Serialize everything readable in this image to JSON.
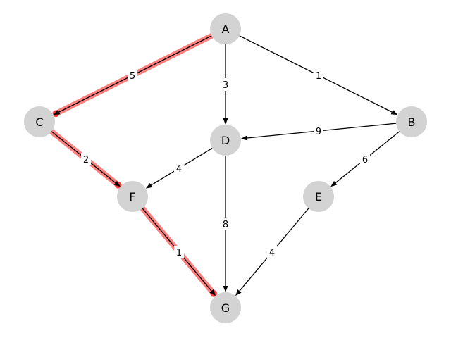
{
  "graph": {
    "directed": true,
    "node_color": "#d3d3d3",
    "edge_color": "#000000",
    "highlight_color": "#ff0000",
    "nodes": [
      "A",
      "B",
      "C",
      "D",
      "E",
      "F",
      "G"
    ],
    "edges": [
      {
        "from": "A",
        "to": "C",
        "weight": "5",
        "highlighted": true
      },
      {
        "from": "A",
        "to": "D",
        "weight": "3",
        "highlighted": false
      },
      {
        "from": "A",
        "to": "B",
        "weight": "1",
        "highlighted": false
      },
      {
        "from": "B",
        "to": "D",
        "weight": "9",
        "highlighted": false
      },
      {
        "from": "B",
        "to": "E",
        "weight": "6",
        "highlighted": false
      },
      {
        "from": "C",
        "to": "F",
        "weight": "2",
        "highlighted": true
      },
      {
        "from": "D",
        "to": "F",
        "weight": "4",
        "highlighted": false
      },
      {
        "from": "D",
        "to": "G",
        "weight": "8",
        "highlighted": false
      },
      {
        "from": "E",
        "to": "G",
        "weight": "4",
        "highlighted": false
      },
      {
        "from": "F",
        "to": "G",
        "weight": "1",
        "highlighted": true
      }
    ]
  }
}
